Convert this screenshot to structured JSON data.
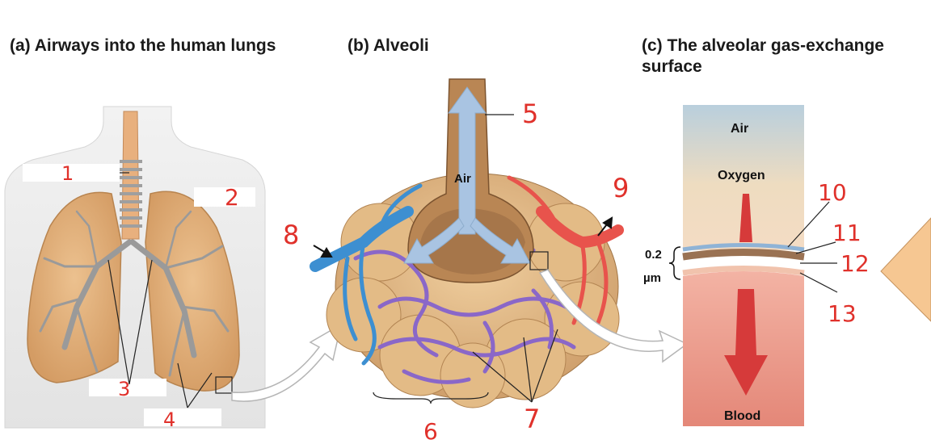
{
  "panels": {
    "a": {
      "letter": "(a)",
      "title": "Airways into the human lungs"
    },
    "b": {
      "letter": "(b)",
      "title": "Alveoli"
    },
    "c": {
      "letter": "(c)",
      "title": "The alveolar gas-exchange surface"
    }
  },
  "inline_labels": {
    "air_alveoli": "Air",
    "air_surface": "Air",
    "oxygen": "Oxygen",
    "blood": "Blood",
    "thickness_value": "0.2",
    "thickness_unit": "µm"
  },
  "handwritten_numbers": [
    "1",
    "2",
    "3",
    "4",
    "5",
    "6",
    "7",
    "8",
    "9",
    "10",
    "11",
    "12",
    "13"
  ],
  "colors": {
    "handwriting": "#e0312b",
    "vein_blue": "#3d8fd1",
    "vein_purple": "#8a67c8",
    "artery_red": "#e8534c",
    "lung_tan": "#e2b27b",
    "air_arrow": "#a9c4e2",
    "blood_arrow": "#d63a3a"
  }
}
